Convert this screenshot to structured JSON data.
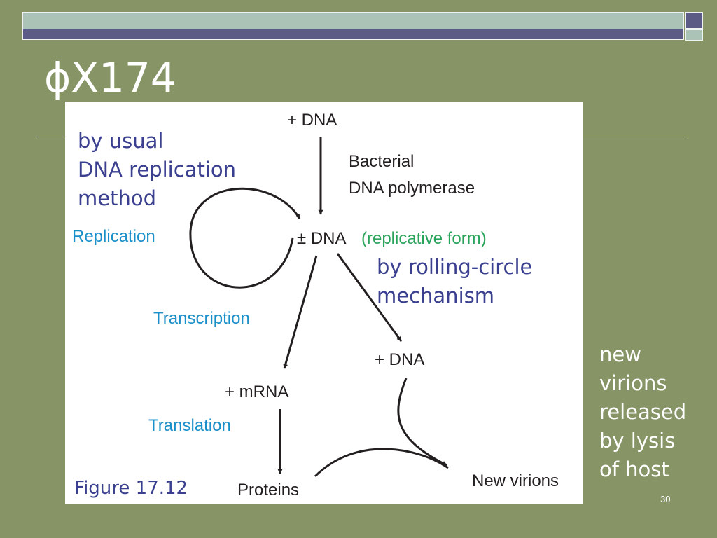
{
  "slide": {
    "title": "ϕX174",
    "page_number": "30",
    "side_note": "new\nvirions\nreleased\nby lysis\nof host"
  },
  "diagram": {
    "nodes": {
      "plus_dna_top": "+ DNA",
      "replicative_dna": "± DNA",
      "replicative_form": "(replicative form)",
      "plus_dna_bottom": "+ DNA",
      "plus_mrna": "+ mRNA",
      "proteins": "Proteins",
      "new_virions": "New virions"
    },
    "labels": {
      "bacterial_polymerase_line1": "Bacterial",
      "bacterial_polymerase_line2": "DNA polymerase",
      "replication": "Replication",
      "transcription": "Transcription",
      "translation": "Translation"
    },
    "annotations": {
      "usual_replication": "by usual\nDNA replication\nmethod",
      "rolling_circle": "by rolling-circle\nmechanism"
    },
    "figure_caption": "Figure 17.12"
  },
  "colors": {
    "background": "#869466",
    "process_label": "#1a8fc9",
    "replicative_form": "#2aa35a",
    "annotation": "#3a3f8f"
  }
}
